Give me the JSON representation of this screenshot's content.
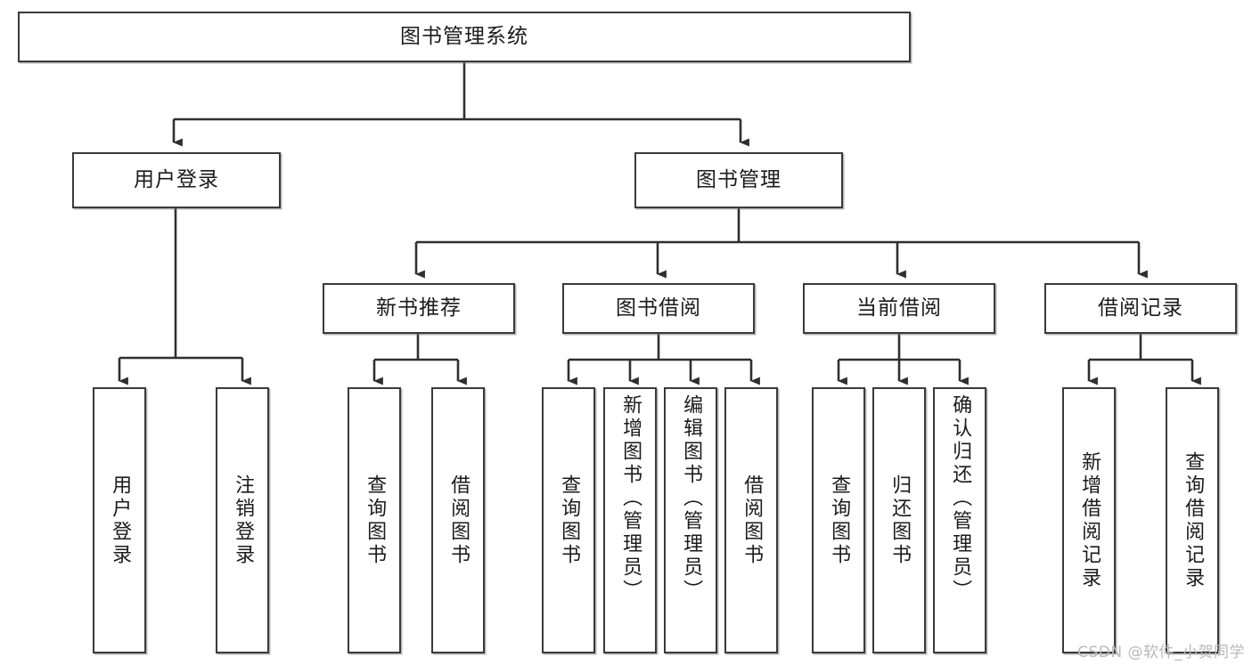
{
  "diagram": {
    "title": "图书管理系统",
    "root": {
      "label": "图书管理系统"
    },
    "level2": [
      {
        "label": "用户登录"
      },
      {
        "label": "图书管理"
      }
    ],
    "level3": [
      {
        "label": "新书推荐"
      },
      {
        "label": "图书借阅"
      },
      {
        "label": "当前借阅"
      },
      {
        "label": "借阅记录"
      }
    ],
    "leaves": {
      "user_login": [
        {
          "label": "用户登录"
        },
        {
          "label": "注销登录"
        }
      ],
      "new_book_recommend": [
        {
          "label": "查询图书"
        },
        {
          "label": "借阅图书"
        }
      ],
      "book_borrow": [
        {
          "label": "查询图书"
        },
        {
          "label": "新增图书（管理员）"
        },
        {
          "label": "编辑图书（管理员）"
        },
        {
          "label": "借阅图书"
        }
      ],
      "current_borrow": [
        {
          "label": "查询图书"
        },
        {
          "label": "归还图书"
        },
        {
          "label": "确认归还（管理员）"
        }
      ],
      "borrow_record": [
        {
          "label": "新增借阅记录"
        },
        {
          "label": "查询借阅记录"
        }
      ]
    }
  },
  "watermark": {
    "text": "CSDN @软件_小贺同学"
  },
  "colors": {
    "stroke": "#3a3a3a",
    "fill": "#ffffff",
    "text": "#1b1b1b",
    "watermark": "#b9b9b9"
  }
}
